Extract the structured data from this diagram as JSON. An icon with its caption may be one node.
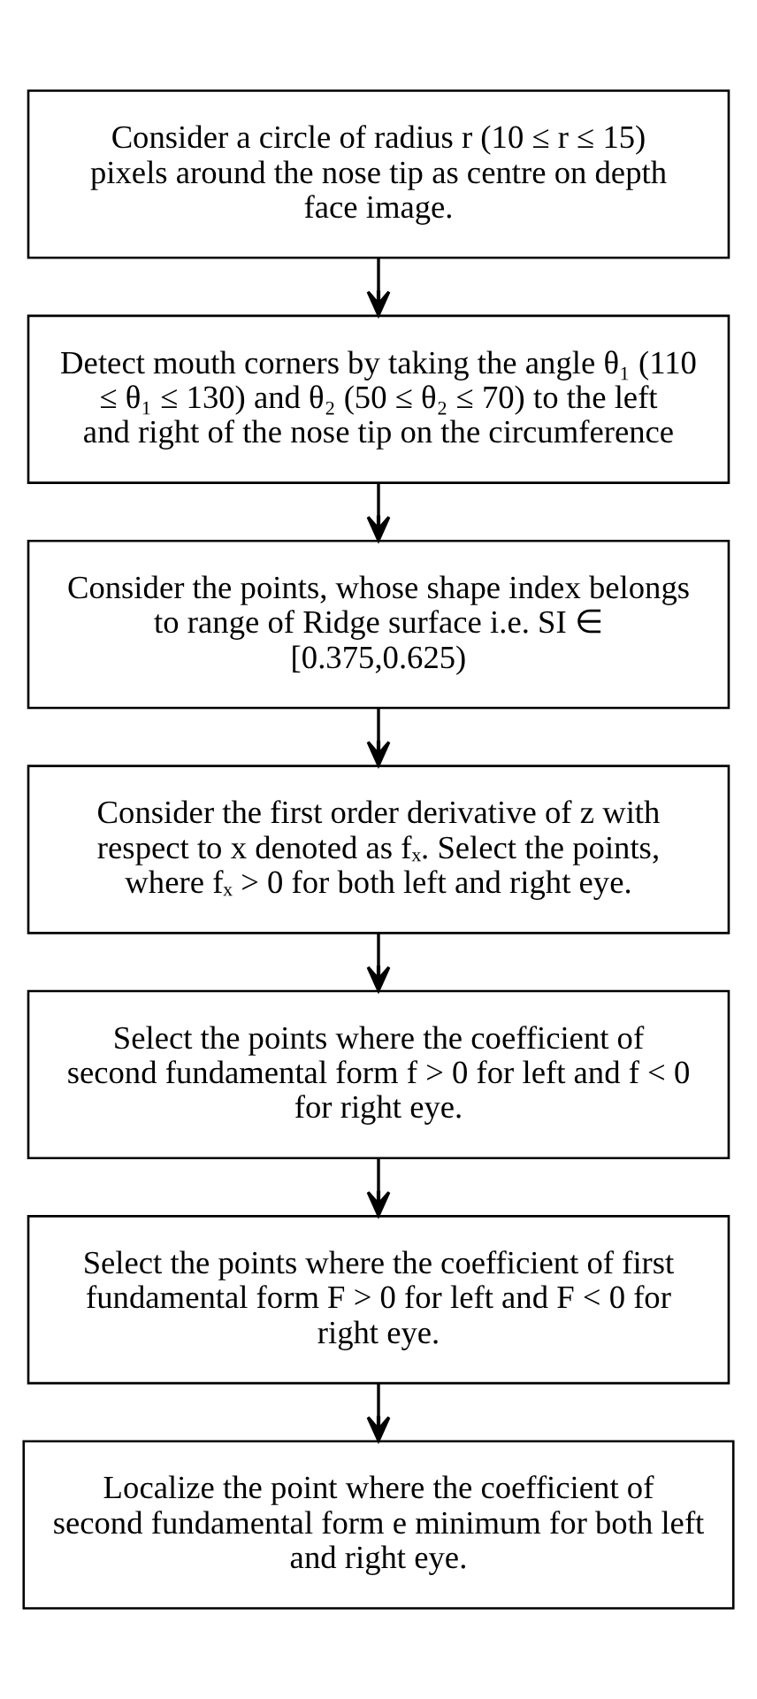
{
  "diagram": {
    "nodes": [
      {
        "text": [
          "Consider a circle of radius r (10 ≤ r ≤ 15) pixels around the nose tip as centre on depth face image."
        ]
      },
      {
        "text": [
          "Detect mouth corners by taking the angle θ₁ (110 ≤ θ₁ ≤ 130) and θ₂ (50 ≤ θ₂ ≤ 70) to the left and right of the nose tip on the circumference"
        ]
      },
      {
        "text": [
          "Consider the points, whose shape index belongs to range of Ridge surface i.e. SI ∈ [0.375,0.625)"
        ]
      },
      {
        "text": [
          "Consider the first order derivative of z with respect to x denoted as fₓ. Select the points, where fₓ > 0 for both left and right eye."
        ]
      },
      {
        "text": [
          "Select the points where the coefficient of second fundamental form f > 0 for left and f < 0 for right eye."
        ]
      },
      {
        "text": [
          "Select the points where the coefficient of first fundamental form F > 0 for left and F < 0 for right eye."
        ]
      },
      {
        "text": [
          "Localize the point where the coefficient of second fundamental form e minimum for both left and right eye."
        ]
      }
    ],
    "edges": [
      {
        "from": 0,
        "to": 1,
        "arrow": "to"
      },
      {
        "from": 1,
        "to": 2,
        "arrow": "to"
      },
      {
        "from": 2,
        "to": 3,
        "arrow": "to"
      },
      {
        "from": 3,
        "to": 4,
        "arrow": "to"
      },
      {
        "from": 4,
        "to": 5,
        "arrow": "to"
      },
      {
        "from": 5,
        "to": 6,
        "arrow": "to"
      }
    ]
  }
}
